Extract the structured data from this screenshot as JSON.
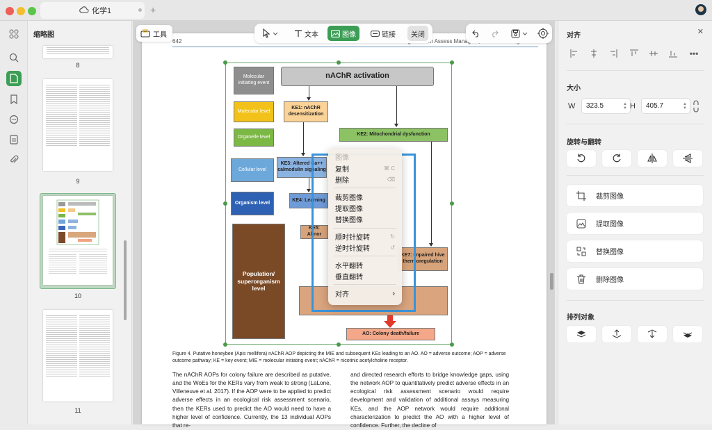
{
  "window": {
    "tab_title": "化学1",
    "new_tab": "+"
  },
  "sidebar": {
    "title": "缩略图"
  },
  "thumbnails": [
    {
      "label": "8"
    },
    {
      "label": "9"
    },
    {
      "label": "10"
    },
    {
      "label": "11"
    }
  ],
  "toolbar": {
    "tools_label": "工具",
    "text_label": "文本",
    "image_label": "图像",
    "link_label": "链接",
    "close_label": "关闭"
  },
  "page": {
    "page_number": "642",
    "header_right": "Integr Environ Assess Manag 15, 2019—R Steeger et al.",
    "figure": {
      "title": "nAChR activation",
      "levels": [
        "Molecular initiating event",
        "Molecular level",
        "Organelle level",
        "Cellular level",
        "Organism level",
        "Population/ superorganism level"
      ],
      "ke1": "KE1: nAChR desensitization",
      "ke2": "KE2: Mitochondrial dysfunction",
      "ke3": "KE3: Altered Ca++ calmodulin signaling",
      "ke4": "KE4: Learning",
      "ke5": "KE5: Abnor",
      "ke7": "KE7: Impaired hive thermoregulation",
      "ao": "AO: Colony death/failure"
    },
    "caption": "Figure 4. Putative honeybee (Apis mellifera) nAChR AOP depicting the MIE and subsequent KEs leading to an AO. AO = adverse outcome; AOP = adverse outcome pathway; KE = key event; MIE = molecular initiating event; nAChR = nicotinic acetylcholine receptor.",
    "body_left": "The nAChR AOPs for colony failure are described as putative, and the WoEs for the KERs vary from weak to strong (LaLone, Villeneuve et al. 2017). If the AOP were to be applied to predict adverse effects in an ecological risk assessment scenario, then the KERs used to predict the AO would need to have a higher level of confidence. Currently, the 13 individual AOPs that re-",
    "body_right": "and directed research efforts to bridge knowledge gaps, using the network AOP to quantitatively predict adverse effects in an ecological risk assessment scenario would require development and validation of additional assays measuring KEs, and the AOP network would require additional characterization to predict the AO with a higher level of confidence. Further, the decline of"
  },
  "context_menu": {
    "items": [
      {
        "label": "复制",
        "hint": "⌘ C"
      },
      {
        "label": "删除",
        "hint": "⌫"
      },
      {
        "label": "裁剪图像",
        "hint": ""
      },
      {
        "label": "提取图像",
        "hint": ""
      },
      {
        "label": "替换图像",
        "hint": ""
      },
      {
        "label": "顺时针旋转",
        "hint": "↻"
      },
      {
        "label": "逆时针旋转",
        "hint": "↺"
      },
      {
        "label": "水平翻转",
        "hint": ""
      },
      {
        "label": "垂直翻转",
        "hint": ""
      },
      {
        "label": "对齐",
        "hint": "›"
      }
    ],
    "faded_top": "图像"
  },
  "right_panel": {
    "align_title": "对齐",
    "size_title": "大小",
    "width_label": "W",
    "width_value": "323.5",
    "height_label": "H",
    "height_value": "405.7",
    "rotate_title": "旋转与翻转",
    "crop_label": "裁剪图像",
    "extract_label": "提取图像",
    "replace_label": "替换图像",
    "delete_label": "删除图像",
    "arrange_title": "排列对象"
  },
  "colors": {
    "accent": "#3c9e55",
    "selection": "#3a93d8"
  }
}
